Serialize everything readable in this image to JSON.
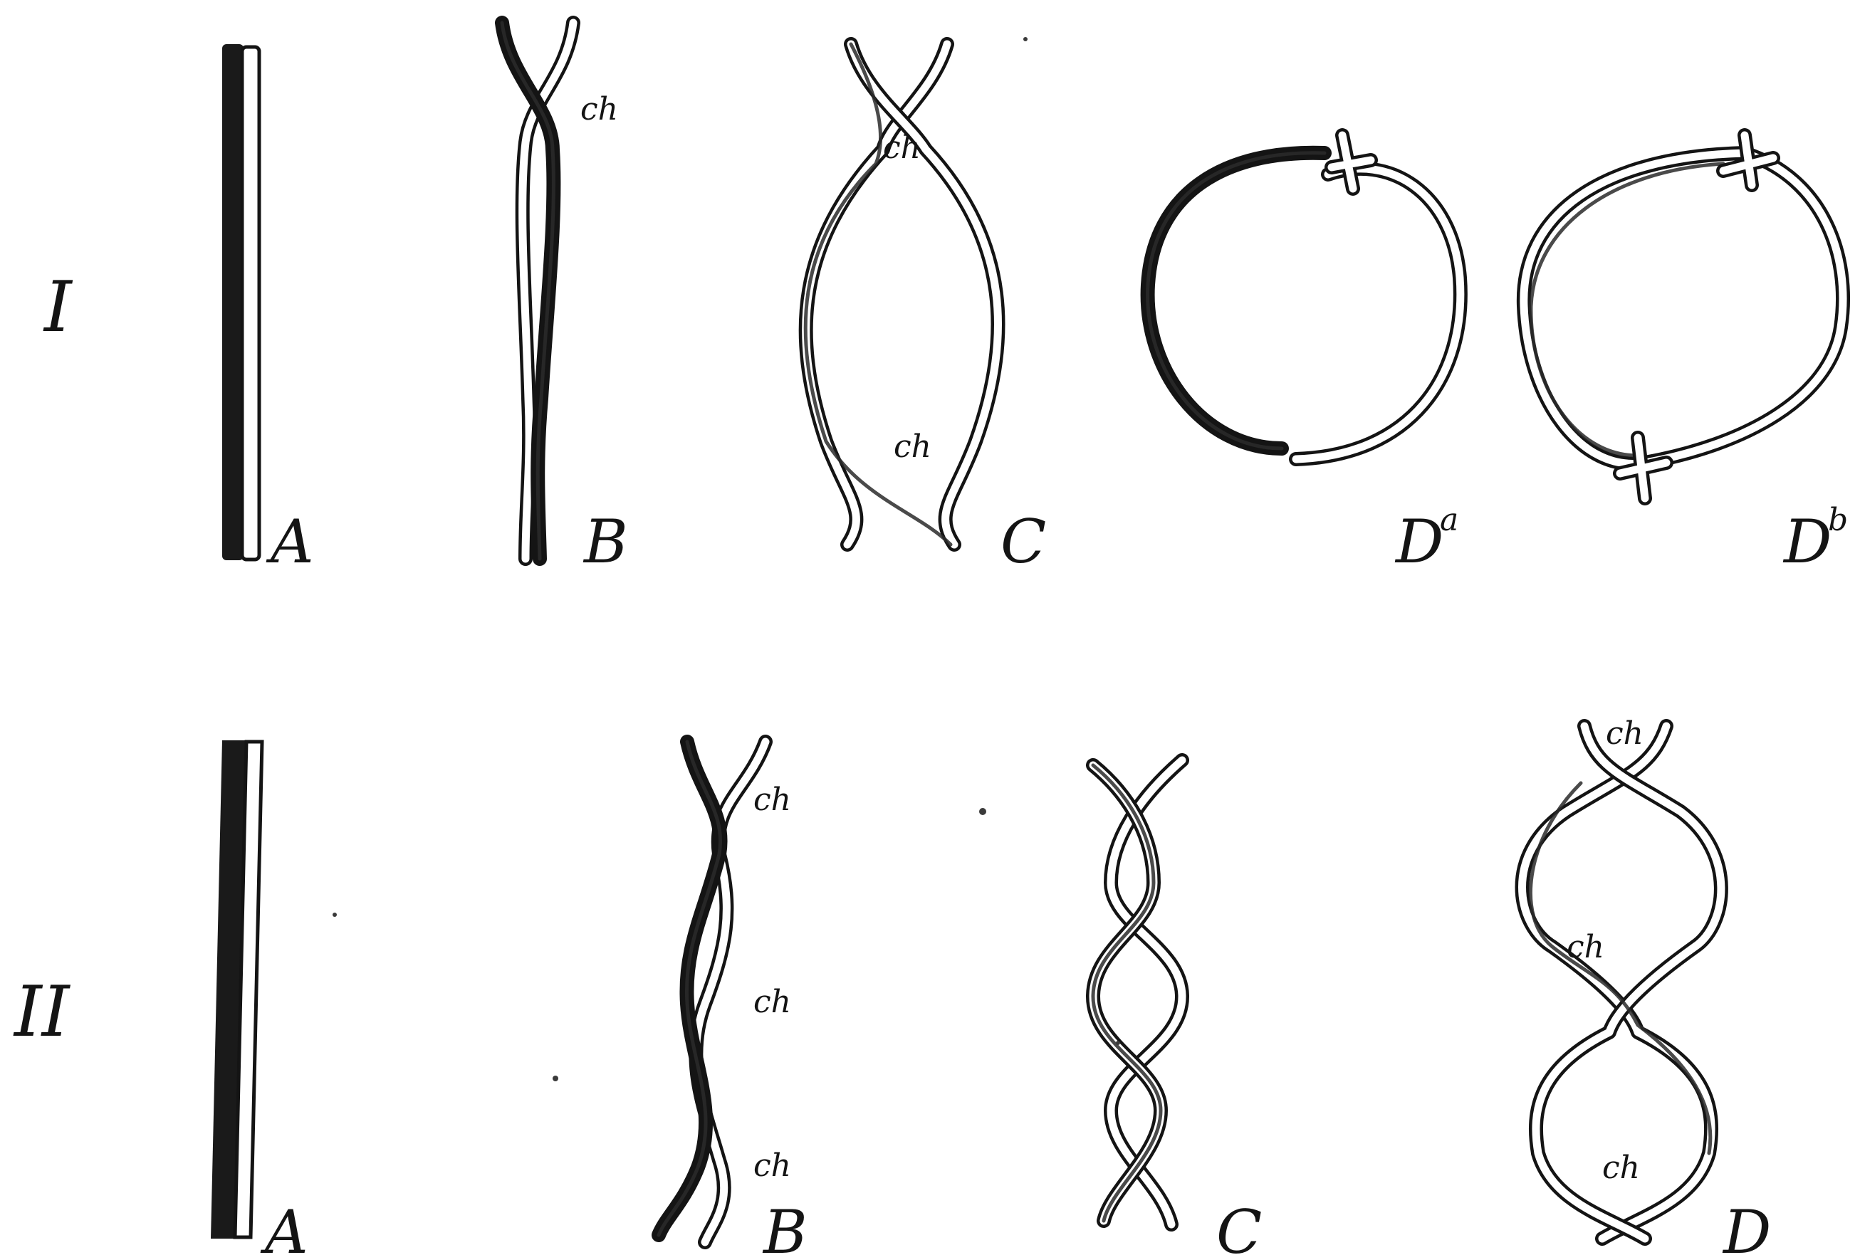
{
  "colors": {
    "ink": "#141414",
    "paper": "#ffffff",
    "shade": "#2a2a2a"
  },
  "rows": [
    {
      "label": "I",
      "figures": [
        {
          "label": "A",
          "sup": "",
          "chiasmata": []
        },
        {
          "label": "B",
          "sup": "",
          "chiasmata": [
            "ch"
          ]
        },
        {
          "label": "C",
          "sup": "",
          "chiasmata": [
            "ch",
            "ch"
          ]
        },
        {
          "label": "D",
          "sup": "a",
          "chiasmata": []
        },
        {
          "label": "D",
          "sup": "b",
          "chiasmata": []
        }
      ]
    },
    {
      "label": "II",
      "figures": [
        {
          "label": "A",
          "sup": "",
          "chiasmata": []
        },
        {
          "label": "B",
          "sup": "",
          "chiasmata": [
            "ch",
            "ch",
            "ch"
          ]
        },
        {
          "label": "C",
          "sup": "",
          "chiasmata": []
        },
        {
          "label": "D",
          "sup": "",
          "chiasmata": [
            "ch",
            "ch",
            "ch"
          ]
        }
      ]
    }
  ]
}
